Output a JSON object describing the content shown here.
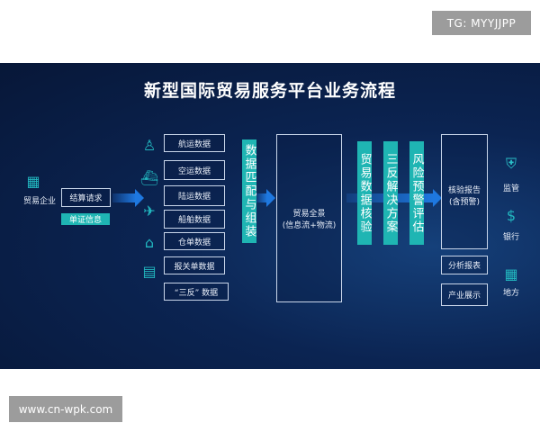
{
  "watermarks": {
    "top": "TG: MYYJJPP",
    "bottom": "www.cn-wpk.com"
  },
  "diagram": {
    "title": "新型国际贸易服务平台业务流程",
    "enterprise": "贸易企业",
    "settlement_request": "结算请求",
    "document_info": "单证信息",
    "data_sources": [
      "航运数据",
      "空运数据",
      "陆运数据",
      "船舶数据",
      "仓单数据",
      "报关单数据",
      "“三反” 数据"
    ],
    "matching": "数据匹配与组装",
    "panorama": [
      "贸易全景",
      "(信息流+物流)"
    ],
    "steps": [
      "贸易数据核验",
      "三反解决方案",
      "风险预警评估"
    ],
    "report": [
      "核验报告",
      "(含预警)"
    ],
    "outputs": [
      "分析报表",
      "产业展示"
    ],
    "recipients": [
      "监管",
      "银行",
      "地方"
    ]
  }
}
